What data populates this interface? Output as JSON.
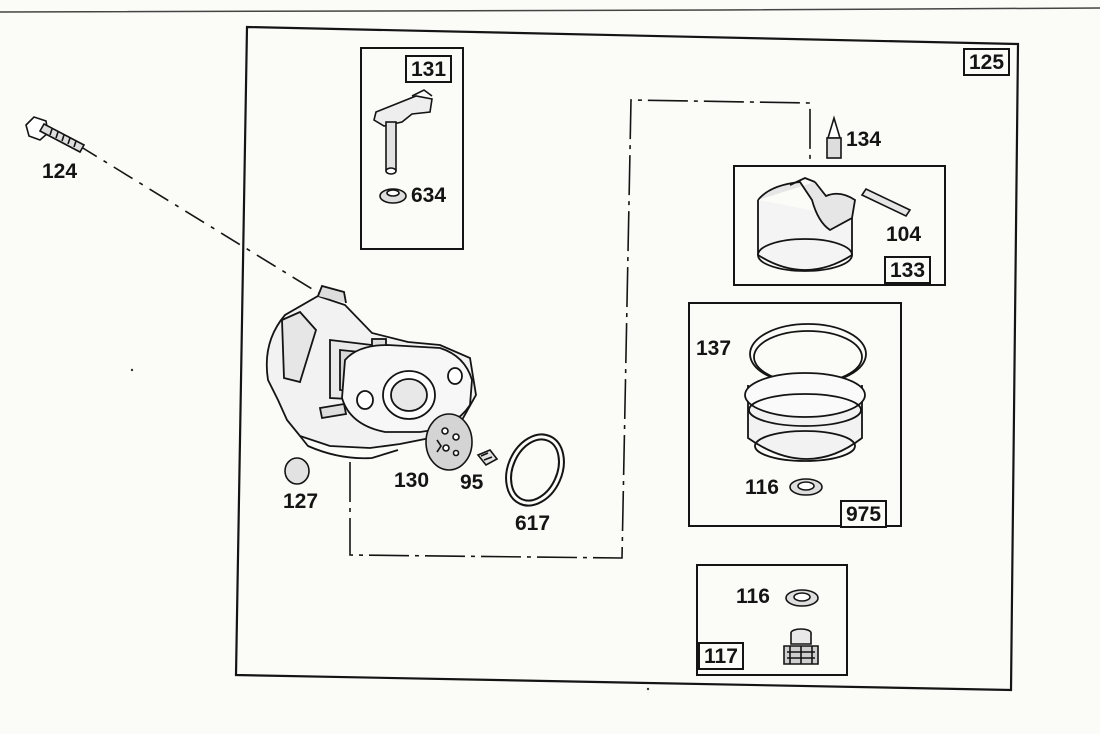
{
  "diagram": {
    "labels": {
      "kit_overall": "125",
      "part_124": "124",
      "kit_131": "131",
      "part_634": "634",
      "part_134": "134",
      "part_104": "104",
      "kit_133": "133",
      "part_137": "137",
      "part_116_a": "116",
      "kit_975": "975",
      "part_127": "127",
      "part_130": "130",
      "part_95": "95",
      "part_617": "617",
      "part_116_b": "116",
      "kit_117": "117"
    }
  }
}
